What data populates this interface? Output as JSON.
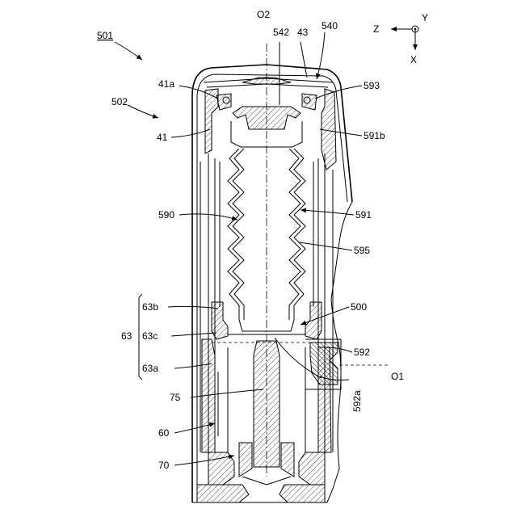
{
  "figure": {
    "labels": {
      "ref_501": "501",
      "ref_502": "502",
      "o2": "O2",
      "ref_542": "542",
      "ref_43": "43",
      "ref_540": "540",
      "ref_41a": "41a",
      "ref_593": "593",
      "ref_41": "41",
      "ref_591b": "591b",
      "ref_590": "590",
      "ref_591": "591",
      "ref_595": "595",
      "ref_63b": "63b",
      "ref_63": "63",
      "ref_63c": "63c",
      "ref_63a": "63a",
      "ref_500": "500",
      "ref_592": "592",
      "o1": "O1",
      "ref_75": "75",
      "ref_592a": "592a",
      "ref_60": "60",
      "ref_70": "70"
    },
    "axes": {
      "z": "Z",
      "y": "Y",
      "x": "X"
    }
  }
}
